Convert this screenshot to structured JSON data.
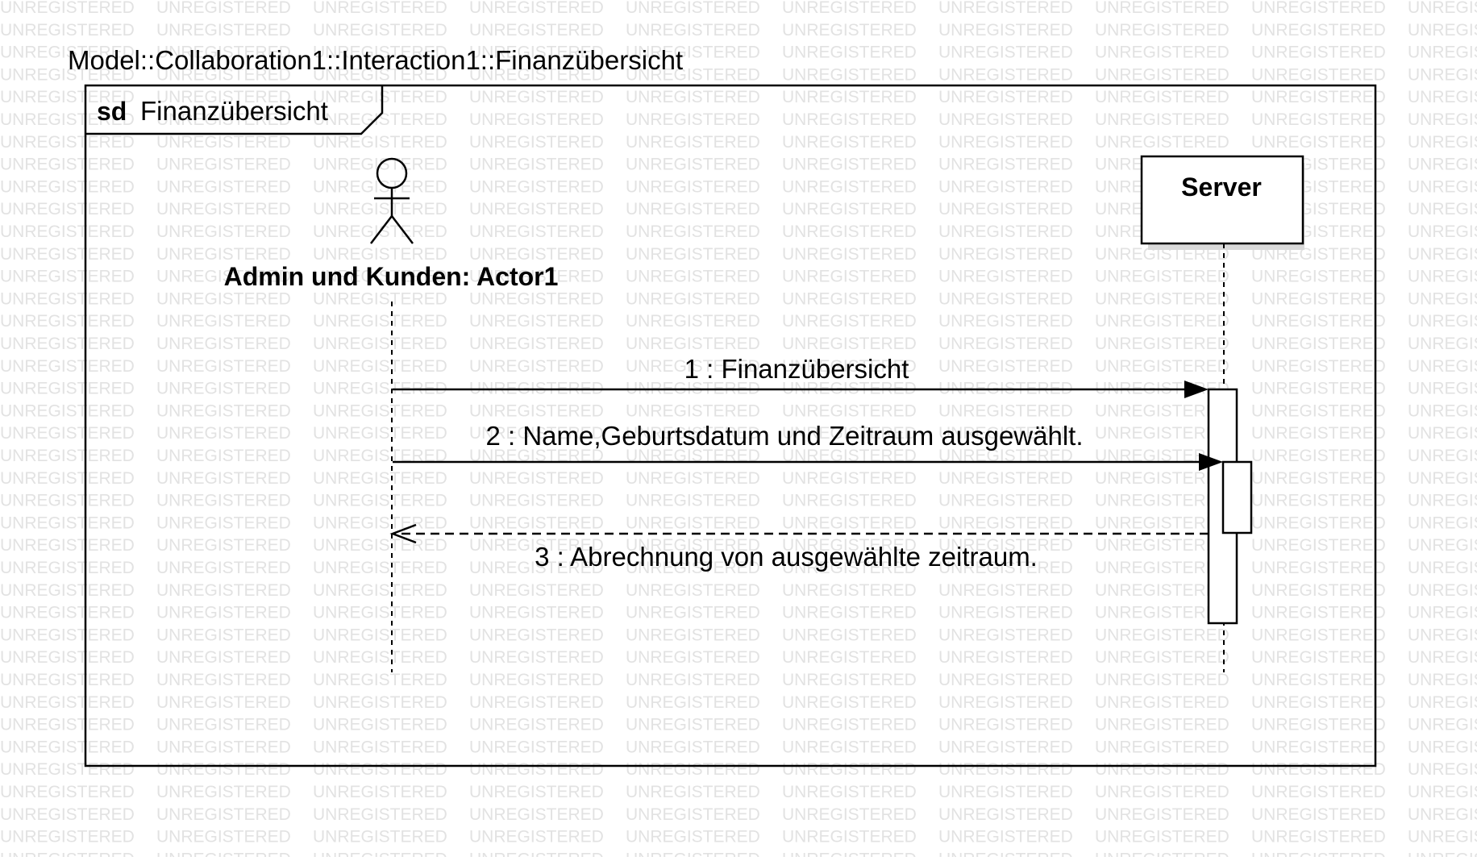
{
  "watermark": "UNREGISTERED",
  "diagram": {
    "path_title": "Model::Collaboration1::Interaction1::Finanzübersicht",
    "frame_keyword": "sd",
    "frame_name": "Finanzübersicht",
    "lifelines": [
      {
        "id": "actor",
        "label": "Admin und Kunden: Actor1",
        "kind": "actor"
      },
      {
        "id": "server",
        "label": "Server",
        "kind": "object"
      }
    ],
    "messages": [
      {
        "number": "1",
        "text": "1 : Finanzübersicht",
        "from": "actor",
        "to": "server",
        "kind": "synchronous"
      },
      {
        "number": "2",
        "text": "2 : Name,Geburtsdatum und Zeitraum ausgewählt.",
        "from": "actor",
        "to": "server",
        "kind": "synchronous"
      },
      {
        "number": "3",
        "text": "3 : Abrechnung von ausgewählte zeitraum.",
        "from": "server",
        "to": "actor",
        "kind": "reply"
      }
    ]
  },
  "colors": {
    "line": "#000000",
    "watermark": "#e2e2e2",
    "background": "#ffffff",
    "shadow": "#d9d9d9"
  }
}
